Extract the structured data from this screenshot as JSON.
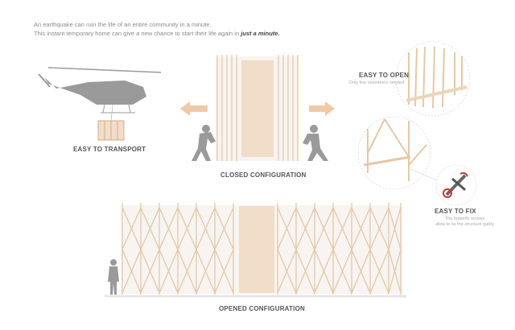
{
  "intro": {
    "line1": "An earthquake can ruin the life of an entire community in a minute.",
    "line2_prefix": "This instant temporary home can give a new chance to start their life again in ",
    "line2_emphasis": "just a minute."
  },
  "labels": {
    "easy_to_transport": "EASY TO TRANSPORT",
    "closed_configuration": "CLOSED CONFIGURATION",
    "easy_to_open": "EASY TO OPEN",
    "easy_to_open_sub": "Only few volunteers needed",
    "easy_to_fix": "EASY TO FIX",
    "easy_to_fix_sub1": "The butterfly screws",
    "easy_to_fix_sub2": "allow to fix the structure quikly",
    "opened_configuration": "OPENED CONFIGURATION"
  },
  "colors": {
    "wood": "#e3c9a6",
    "panel": "#f1ddc8",
    "arrow": "#f0c9a8",
    "silhouette": "#9a9a9a",
    "screw_accent": "#c0392b"
  }
}
